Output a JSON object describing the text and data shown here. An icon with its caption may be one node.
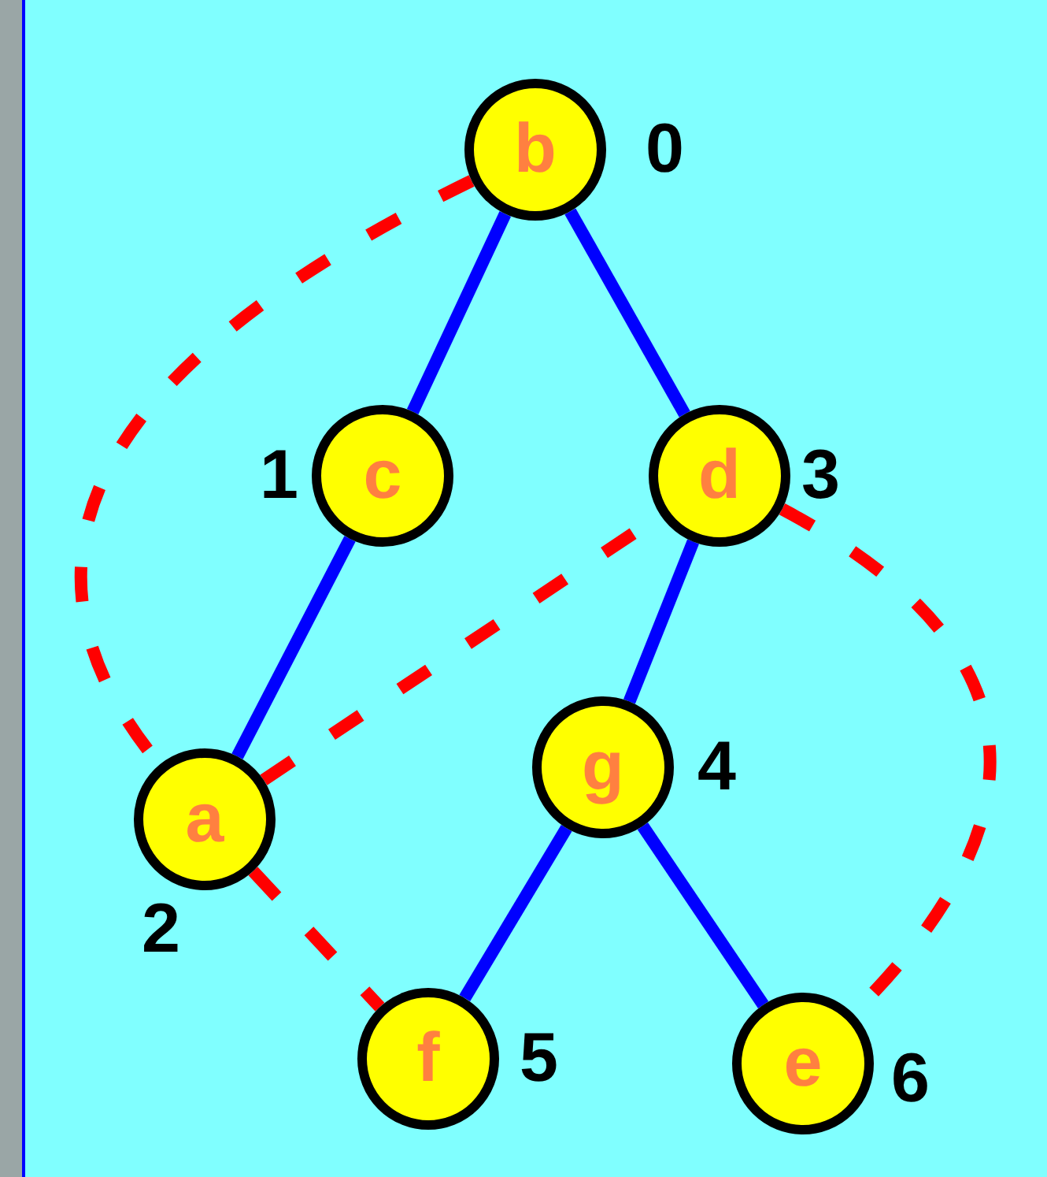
{
  "diagram": {
    "nodes": [
      {
        "text": [
          "b"
        ],
        "beside": [
          "0"
        ]
      },
      {
        "text": [
          "c"
        ],
        "beside": [
          "1"
        ]
      },
      {
        "text": [
          "d"
        ],
        "beside": [
          "3"
        ]
      },
      {
        "text": [
          "a"
        ],
        "beside": [
          "2"
        ]
      },
      {
        "text": [
          "g"
        ],
        "beside": [
          "4"
        ]
      },
      {
        "text": [
          "f"
        ],
        "beside": [
          "5"
        ]
      },
      {
        "text": [
          "e"
        ],
        "beside": [
          "6"
        ]
      }
    ],
    "edges": [
      {
        "from": 0,
        "to": 1,
        "arrow": "none"
      },
      {
        "from": 0,
        "to": 2,
        "arrow": "none"
      },
      {
        "from": 1,
        "to": 3,
        "arrow": "none"
      },
      {
        "from": 2,
        "to": 4,
        "arrow": "none"
      },
      {
        "from": 4,
        "to": 5,
        "arrow": "none"
      },
      {
        "from": 4,
        "to": 6,
        "arrow": "none"
      },
      {
        "from": 0,
        "to": 3,
        "arrow": "none",
        "style": "dashed",
        "color": "#ff0000"
      },
      {
        "from": 3,
        "to": 2,
        "arrow": "none",
        "style": "dashed",
        "color": "#ff0000"
      },
      {
        "from": 3,
        "to": 5,
        "arrow": "none",
        "style": "dashed",
        "color": "#ff0000"
      },
      {
        "from": 2,
        "to": 6,
        "arrow": "none",
        "style": "dashed",
        "color": "#ff0000"
      }
    ]
  }
}
